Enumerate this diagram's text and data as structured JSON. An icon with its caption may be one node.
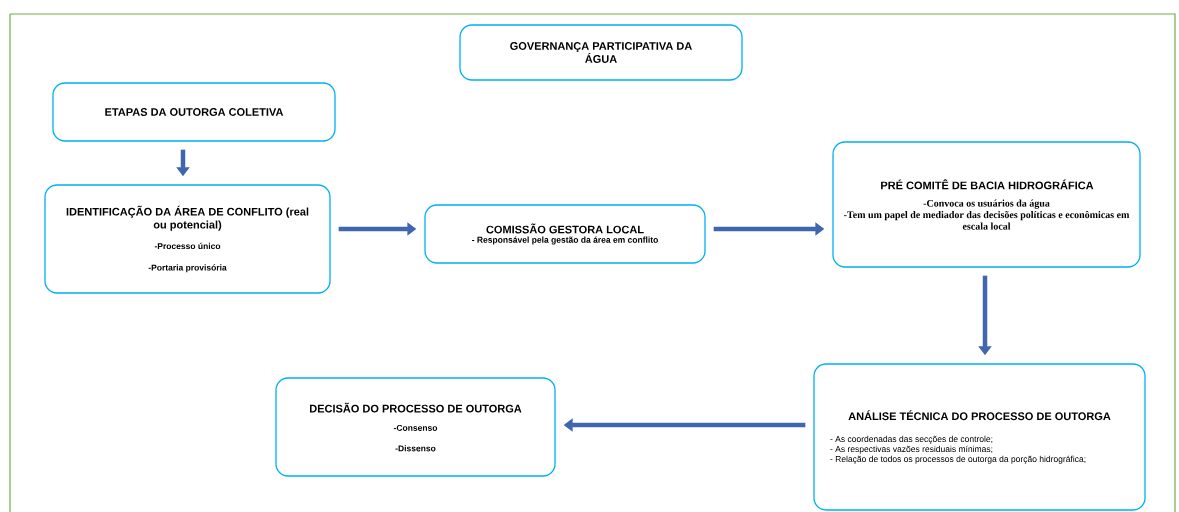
{
  "diagram": {
    "nodes": [
      {
        "text": [
          "GOVERNANÇA PARTICIPATIVA DA ÁGUA"
        ]
      },
      {
        "text": [
          "ETAPAS DA OUTORGA COLETIVA"
        ]
      },
      {
        "text": [
          "IDENTIFICAÇÃO DA ÁREA DE CONFLITO (real ou potencial)",
          "-Processo único",
          "-Portaria provisória"
        ]
      },
      {
        "text": [
          "COMISSÃO GESTORA LOCAL",
          "- Responsável pela gestão da área em conflito"
        ]
      },
      {
        "text": [
          "PRÉ COMITÊ DE BACIA HIDROGRÁFICA",
          "-Convoca os usuários da água",
          "-Tem um papel de mediador das decisões políticas e econômicas em escala local"
        ]
      },
      {
        "text": [
          "ANÁLISE TÉCNICA DO PROCESSO DE OUTORGA",
          "- As coordenadas das secções de controle;",
          "- As respectivas vazões residuais mínimas;",
          "- Relação de todos os processos de outorga da porção hidrográfica;"
        ]
      },
      {
        "text": [
          "DECISÃO DO PROCESSO DE OUTORGA",
          "-Consenso",
          "-Dissenso"
        ]
      }
    ],
    "edges": [
      {
        "from": 1,
        "to": 2,
        "arrow": "to"
      },
      {
        "from": 2,
        "to": 3,
        "arrow": "to"
      },
      {
        "from": 3,
        "to": 4,
        "arrow": "to"
      },
      {
        "from": 4,
        "to": 5,
        "arrow": "to"
      },
      {
        "from": 5,
        "to": 6,
        "arrow": "to"
      }
    ]
  }
}
